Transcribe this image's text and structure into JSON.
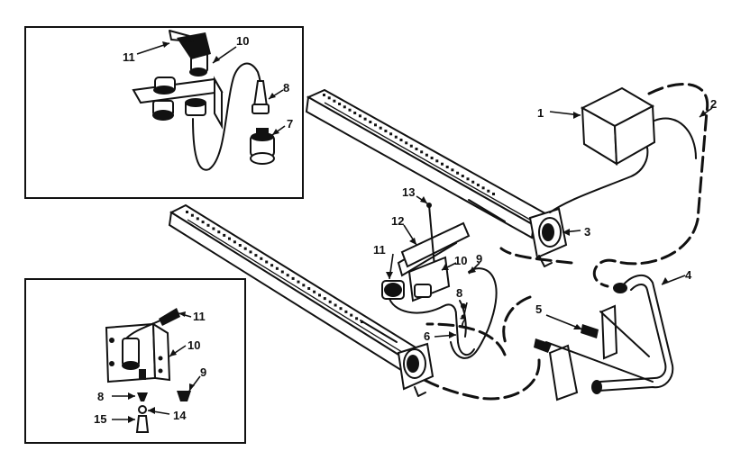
{
  "callouts": {
    "c1": "1",
    "c2": "2",
    "c3": "3",
    "c4": "4",
    "c5": "5",
    "c6": "6",
    "c7": "7",
    "c8": "8",
    "c9": "9",
    "c10": "10",
    "c11": "11",
    "c12": "12",
    "c13": "13"
  },
  "inset_top": {
    "c11": "11",
    "c10": "10",
    "c8": "8",
    "c7": "7"
  },
  "inset_bottom": {
    "c11": "11",
    "c10": "10",
    "c9": "9",
    "c8": "8",
    "c14": "14",
    "c15": "15"
  }
}
